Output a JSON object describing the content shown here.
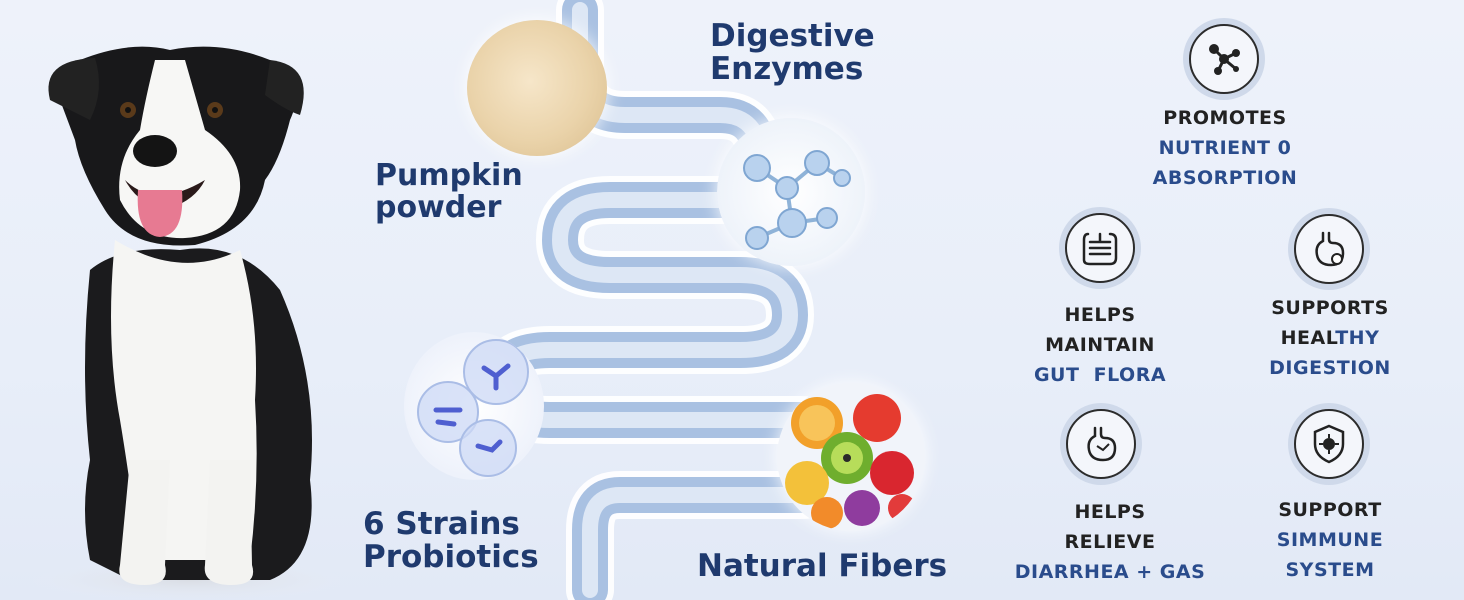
{
  "ingredients": {
    "pumpkin": [
      "Pumpkin",
      "powder"
    ],
    "enzymes": [
      "Digestive",
      "Enzymes"
    ],
    "probiotics": [
      "6 Strains",
      "Probiotics"
    ],
    "fibers": [
      "Natural Fibers"
    ]
  },
  "benefits": {
    "nutrient": {
      "dark": "PROMOTES",
      "blue1": "NUTRIENT 0",
      "blue2": "ABSORPTION",
      "icon": "molecule-network-icon"
    },
    "gut": {
      "dark1": "HELPS",
      "dark2": "MAINTAIN",
      "blue": "GUT  FLORA",
      "icon": "intestine-icon"
    },
    "digestion": {
      "dark": "SUPPORTS",
      "mixed_dark": "HEAL",
      "mixed_blue": "THY",
      "blue": "DIGESTION",
      "icon": "stomach-icon"
    },
    "relieve": {
      "dark1": "HELPS",
      "dark2": "RELIEVE",
      "blue": "DIARRHEA + GAS",
      "icon": "stomach-relief-icon"
    },
    "immune": {
      "dark": "SUPPORT",
      "blue1": "SIMMUNE",
      "blue2": "SYSTEM",
      "icon": "virus-shield-icon"
    }
  },
  "colors": {
    "navy": "#1f3a6e",
    "benefit_blue": "#2a4c8c",
    "dark_text": "#222222",
    "icon_ring": "#cfd9ea"
  }
}
